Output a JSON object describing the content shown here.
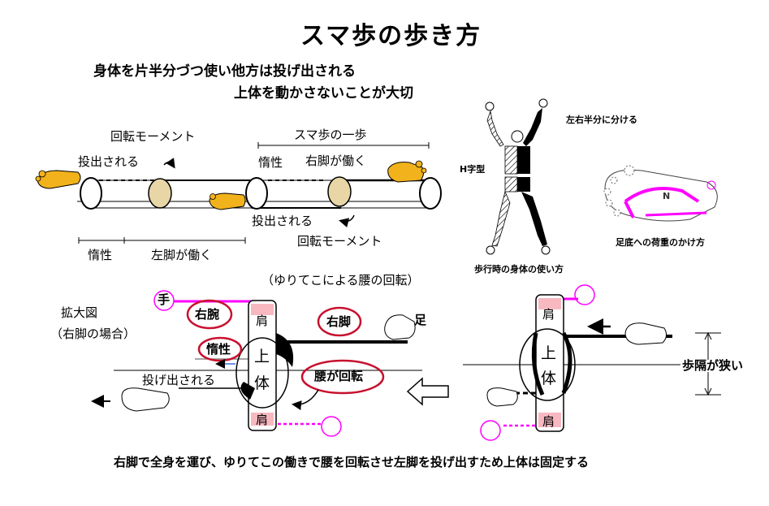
{
  "title": "スマ歩の歩き方",
  "subtitle_line1": "身体を片半分づつ使い他方は投げ出される",
  "subtitle_line2": "上体を動かさないことが大切",
  "top_diagram": {
    "rotation_moment_left": "回転モーメント",
    "sumaho_one_step": "スマ歩の一歩",
    "thrown_out_left": "投出される",
    "inertia_top": "惰性",
    "right_leg_works": "右脚が働く",
    "thrown_out_mid": "投出される",
    "rotation_moment_right": "回転モーメント",
    "inertia_bottom": "惰性",
    "left_leg_works": "左脚が働く"
  },
  "figure": {
    "split_label": "左右半分に分ける",
    "h_type": "H字型",
    "caption": "歩行時の身体の使い方"
  },
  "sole": {
    "caption": "足底への荷重のかけ方",
    "inner_label": "N"
  },
  "middle_caption": "（ゆりてこによる腰の回転）",
  "zoom": {
    "title": "拡大図",
    "case": "（右脚の場合）",
    "hand": "手",
    "right_arm": "右腕",
    "inertia": "惰性",
    "thrown_out": "投げ出される",
    "shoulder_top": "肩",
    "upper": "上",
    "body": "体",
    "shoulder_bottom": "肩",
    "right_leg": "右脚",
    "foot": "足",
    "hip_rotation": "腰が回転"
  },
  "right_diagram": {
    "shoulder_top": "肩",
    "upper": "上",
    "body": "体",
    "shoulder_bottom": "肩",
    "step_narrow": "歩隔が狭い"
  },
  "footer": "右脚で全身を運び、ゆりてこの働きで腰を回転させ左脚を投げ出すため上体は固定する",
  "colors": {
    "magenta": "#ff00ff",
    "red_outline": "#c8102e",
    "pink_fill": "#f7b8c0",
    "foot_yellow": "#f2b21c",
    "hip_tan": "#e8d6a6",
    "blue_arrow": "#3a6fd8"
  }
}
